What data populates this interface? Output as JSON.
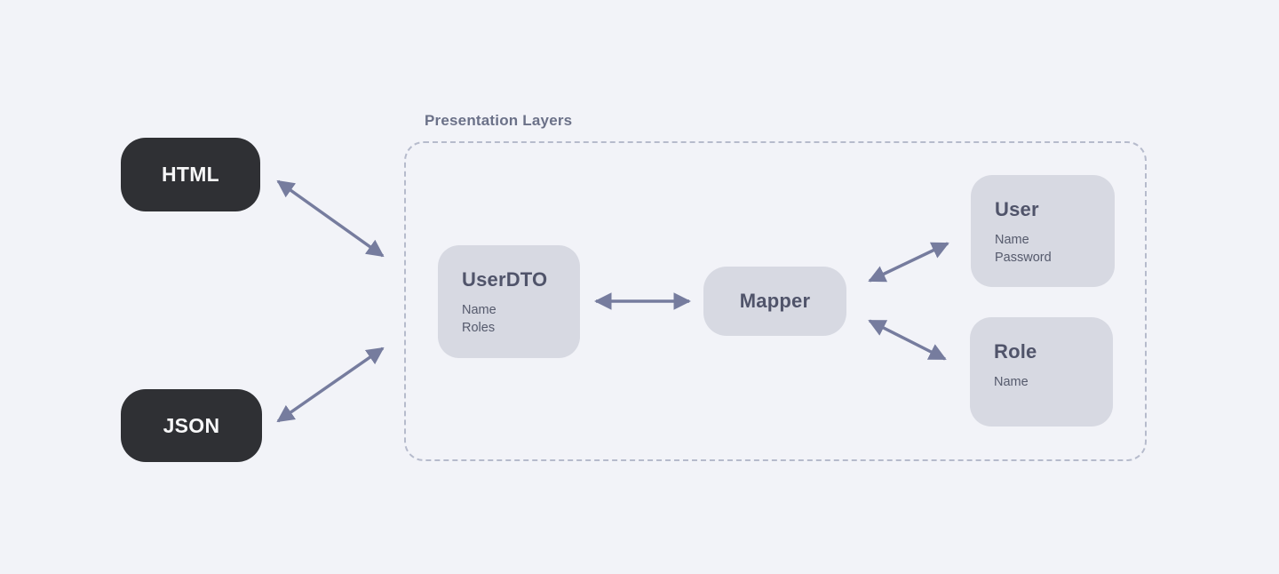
{
  "group": {
    "label": "Presentation Layers"
  },
  "nodes": {
    "html": {
      "label": "HTML"
    },
    "json": {
      "label": "JSON"
    },
    "userdto": {
      "title": "UserDTO",
      "fields": [
        "Name",
        "Roles"
      ]
    },
    "mapper": {
      "title": "Mapper"
    },
    "user": {
      "title": "User",
      "fields": [
        "Name",
        "Password"
      ]
    },
    "role": {
      "title": "Role",
      "fields": [
        "Name"
      ]
    }
  },
  "connections": [
    {
      "from": "HTML",
      "to": "Presentation Layers",
      "bidirectional": true
    },
    {
      "from": "JSON",
      "to": "Presentation Layers",
      "bidirectional": true
    },
    {
      "from": "UserDTO",
      "to": "Mapper",
      "bidirectional": true
    },
    {
      "from": "Mapper",
      "to": "User",
      "bidirectional": true
    },
    {
      "from": "Mapper",
      "to": "Role",
      "bidirectional": true
    }
  ],
  "colors": {
    "background": "#f2f3f8",
    "dark_node": "#2f3034",
    "dark_node_text": "#f7f7f8",
    "card": "#d7d9e2",
    "card_title_text": "#50546a",
    "card_field_text": "#555a6c",
    "arrow": "#767c9e",
    "dashed_border": "#b6bbcc",
    "group_label_text": "#6b7188"
  }
}
